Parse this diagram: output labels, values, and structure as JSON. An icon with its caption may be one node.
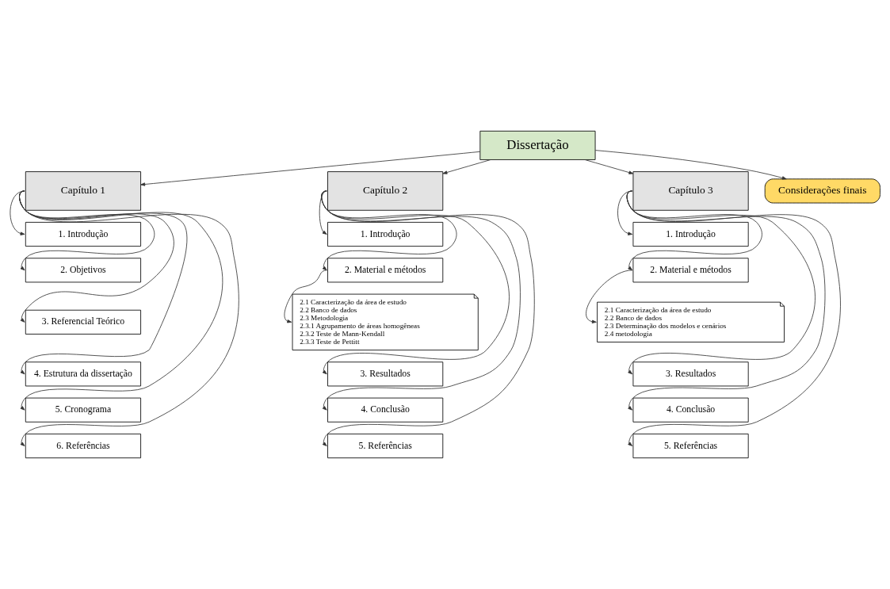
{
  "diagram": {
    "nodes": [
      {
        "text": [
          "Dissertação"
        ]
      },
      {
        "text": [
          "Capítulo 1"
        ]
      },
      {
        "text": [
          "Capítulo 2"
        ]
      },
      {
        "text": [
          "Capítulo 3"
        ]
      },
      {
        "text": [
          "Considerações finais"
        ]
      },
      {
        "text": [
          "1. Introdução"
        ]
      },
      {
        "text": [
          "2. Objetivos"
        ]
      },
      {
        "text": [
          "3. Referencial Teórico"
        ]
      },
      {
        "text": [
          "4. Estrutura da dissertação"
        ]
      },
      {
        "text": [
          "5. Cronograma"
        ]
      },
      {
        "text": [
          "6. Referências"
        ]
      },
      {
        "text": [
          "1. Introdução"
        ]
      },
      {
        "text": [
          "2. Material e métodos"
        ]
      },
      {
        "text": [
          "2.1 Caracterização da área de estudo",
          "2.2 Banco de dados",
          "2.3 Metodologia",
          "2.3.1 Agrupamento de áreas homogêneas",
          "2.3.2 Teste de Mann-Kendall",
          "2.3.3 Teste de Pettitt"
        ]
      },
      {
        "text": [
          "3. Resultados"
        ]
      },
      {
        "text": [
          "4. Conclusão"
        ]
      },
      {
        "text": [
          "5. Referências"
        ]
      },
      {
        "text": [
          "1. Introdução"
        ]
      },
      {
        "text": [
          "2. Material e métodos"
        ]
      },
      {
        "text": [
          "2.1 Caracterização da área de estudo",
          "2.2 Banco de dados",
          "2.3 Determinação dos modelos e cenários",
          "2.4 metodologia"
        ]
      },
      {
        "text": [
          "3. Resultados"
        ]
      },
      {
        "text": [
          "4. Conclusão"
        ]
      },
      {
        "text": [
          "5. Referências"
        ]
      }
    ],
    "edges": [
      {
        "from": 0,
        "to": 1,
        "arrow": "to"
      },
      {
        "from": 0,
        "to": 2,
        "arrow": "to"
      },
      {
        "from": 0,
        "to": 3,
        "arrow": "to"
      },
      {
        "from": 0,
        "to": 4,
        "arrow": "to"
      },
      {
        "from": 1,
        "to": 5,
        "arrow": "to"
      },
      {
        "from": 1,
        "to": 6,
        "arrow": "to"
      },
      {
        "from": 1,
        "to": 7,
        "arrow": "to"
      },
      {
        "from": 1,
        "to": 8,
        "arrow": "to"
      },
      {
        "from": 1,
        "to": 9,
        "arrow": "to"
      },
      {
        "from": 1,
        "to": 10,
        "arrow": "to"
      },
      {
        "from": 2,
        "to": 11,
        "arrow": "to"
      },
      {
        "from": 2,
        "to": 12,
        "arrow": "to"
      },
      {
        "from": 12,
        "to": 13,
        "arrow": "to"
      },
      {
        "from": 2,
        "to": 14,
        "arrow": "to"
      },
      {
        "from": 2,
        "to": 15,
        "arrow": "to"
      },
      {
        "from": 2,
        "to": 16,
        "arrow": "to"
      },
      {
        "from": 3,
        "to": 17,
        "arrow": "to"
      },
      {
        "from": 3,
        "to": 18,
        "arrow": "to"
      },
      {
        "from": 18,
        "to": 19,
        "arrow": "to"
      },
      {
        "from": 3,
        "to": 20,
        "arrow": "to"
      },
      {
        "from": 3,
        "to": 21,
        "arrow": "to"
      },
      {
        "from": 3,
        "to": 22,
        "arrow": "to"
      }
    ]
  }
}
